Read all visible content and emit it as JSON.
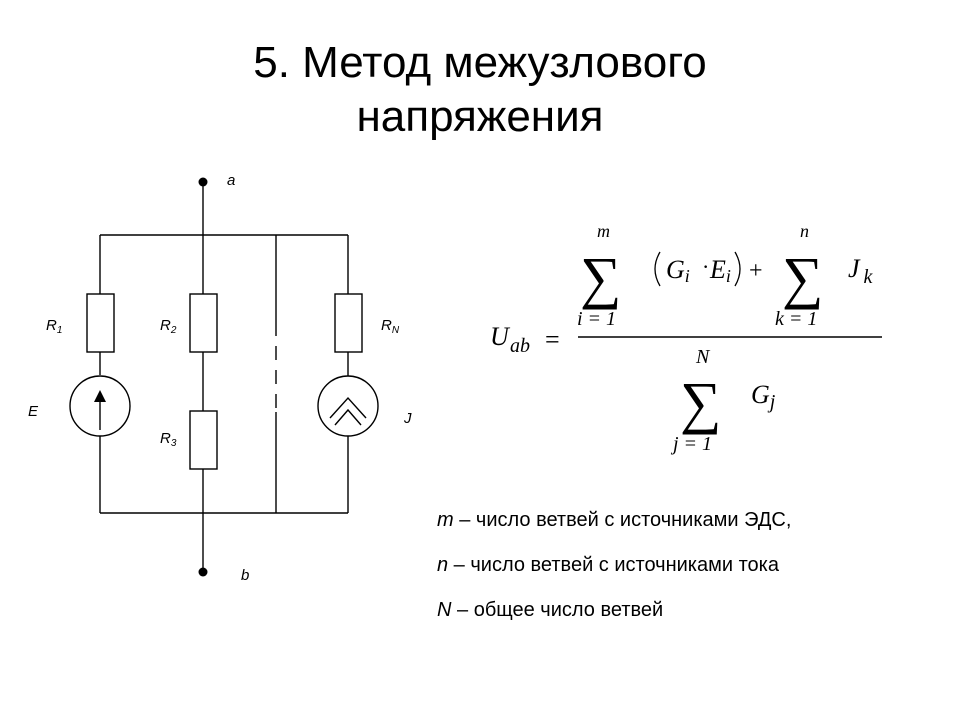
{
  "title": {
    "line1": "5. Метод межузлового",
    "line2": "напряжения"
  },
  "circuit": {
    "node_a": "a",
    "node_b": "b",
    "r1": {
      "main": "R",
      "sub": "1"
    },
    "r2": {
      "main": "R",
      "sub": "2"
    },
    "r3": {
      "main": "R",
      "sub": "3"
    },
    "rn": {
      "main": "R",
      "sub": "N"
    },
    "e_label": "E",
    "j_label": "J"
  },
  "formula": {
    "u": "U",
    "u_sub": "ab",
    "equals": "=",
    "sum1_top": "m",
    "sum1_bottom": "i = 1",
    "g_i": "G",
    "i_sub": "i",
    "dot": "·",
    "e_i": "E",
    "plus": "+",
    "sum2_top": "n",
    "sum2_bottom": "k = 1",
    "j_k": "J",
    "k_sub": "k",
    "sum3_top": "N",
    "sum3_bottom": "j  = 1",
    "g_j": "G",
    "j_sub": "j",
    "sigma": "∑"
  },
  "legend": [
    {
      "var": "m",
      "text": " – число ветвей с источниками ЭДС,"
    },
    {
      "var": "n",
      "text": " – число ветвей с источниками тока"
    },
    {
      "var": "N",
      "text": " – общее число ветвей"
    }
  ]
}
